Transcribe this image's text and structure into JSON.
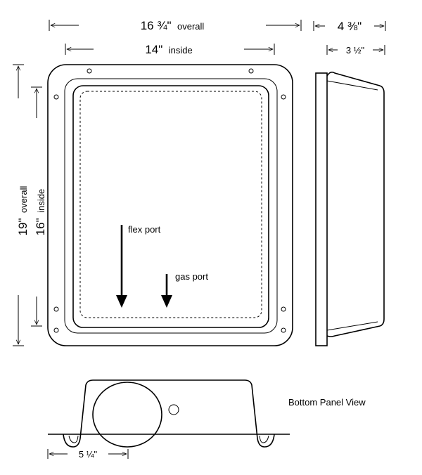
{
  "dimensions": {
    "top_overall_value": "16 ¾\"",
    "top_overall_unit": "overall",
    "top_inside_value": "14\"",
    "top_inside_unit": "inside",
    "depth_overall": "4 ⅜\"",
    "depth_inside": "3 ½\"",
    "height_overall_value": "19\"",
    "height_overall_unit": "overall",
    "height_inside_value": "16\"",
    "height_inside_unit": "inside",
    "bottom_offset": "5 ¼\""
  },
  "labels": {
    "flex_port": "flex port",
    "gas_port": "gas port",
    "bottom_panel_view": "Bottom Panel View"
  }
}
